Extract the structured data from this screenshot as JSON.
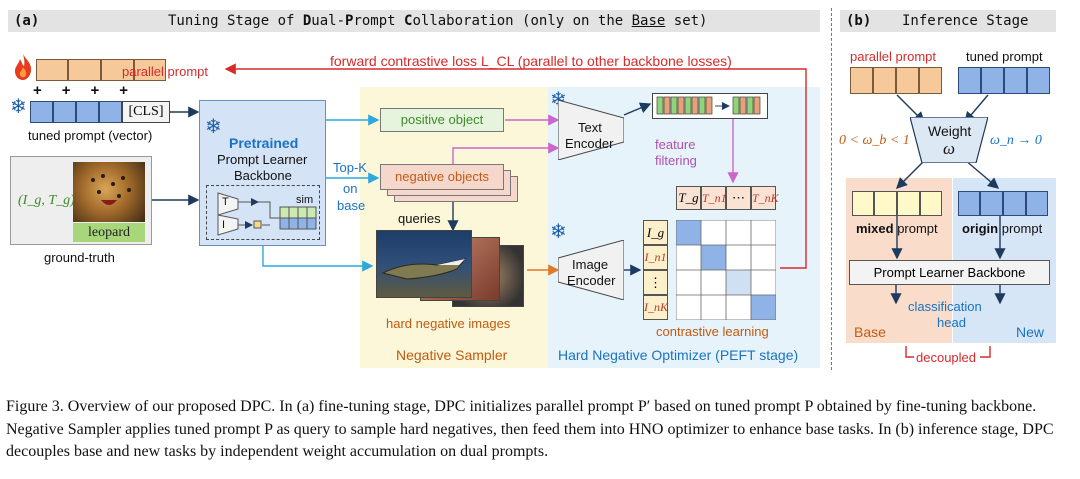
{
  "panel_a": {
    "tag": "(a)",
    "title_parts": [
      "Tuning Stage of ",
      "D",
      "ual-",
      "P",
      "rompt ",
      "C",
      "ollaboration (only on the ",
      "Base",
      " set)"
    ],
    "parallel_prompt": "parallel prompt",
    "plus": "+",
    "cls": "[CLS]",
    "tuned_prompt_vector": "tuned prompt (vector)",
    "gt_math": "(I_g, T_g)",
    "gt_class": "leopard",
    "ground_truth": "ground-truth",
    "backbone_title": "Pretrained",
    "backbone_sub1": "Prompt Learner",
    "backbone_sub2": "Backbone",
    "t_label": "T",
    "i_label": "I",
    "sim_label": "sim",
    "topk": [
      "Top-K",
      "on",
      "base"
    ],
    "positive_object": "positive object",
    "negative_objects": "negative objects",
    "queries": "queries",
    "hard_negative_images": "hard negative images",
    "negative_sampler": "Negative Sampler",
    "loss_label": "forward contrastive loss L_CL (parallel to other backbone losses)",
    "text_encoder": [
      "Text",
      "Encoder"
    ],
    "image_encoder": [
      "Image",
      "Encoder"
    ],
    "feature_filtering": [
      "feature",
      "filtering"
    ],
    "t_row": [
      "T_g",
      "T_n1",
      "⋯",
      "T_nK"
    ],
    "i_col": [
      "I_g",
      "I_n1",
      "⋮",
      "I_nK"
    ],
    "contrastive_learning": "contrastive learning",
    "hno_label": "Hard Negative Optimizer (PEFT stage)"
  },
  "panel_b": {
    "tag": "(b)",
    "title": "Inference Stage",
    "parallel_prompt": "parallel prompt",
    "tuned_prompt": "tuned prompt",
    "weight": [
      "Weight",
      "ω"
    ],
    "wb": "0 < ω_b < 1",
    "wn": "ω_n → 0",
    "mixed_bold": "mixed",
    "mixed_rest": " prompt",
    "origin_bold": "origin",
    "origin_rest": " prompt",
    "backbone": "Prompt Learner Backbone",
    "classification_head": [
      "classification",
      "head"
    ],
    "base": "Base",
    "new": "New",
    "decoupled": "decoupled"
  },
  "caption": "Figure 3. Overview of our proposed DPC. In (a) fine-tuning stage, DPC initializes parallel prompt P′ based on tuned prompt P obtained by fine-tuning backbone. Negative Sampler applies tuned prompt P as query to sample hard negatives, then feed them into HNO optimizer to enhance base tasks. In (b) inference stage, DPC decouples base and new tasks by independent weight accumulation on dual prompts.",
  "colors": {
    "orange_cell": "#f6c99b",
    "blue_cell": "#8fb3e6",
    "red_arrow": "#d62b2b",
    "blue_arrow": "#2aa8df",
    "yellow_bg": "#fbf7d8",
    "blue_bg": "#e6f3fa"
  },
  "icons": [
    "fire-icon",
    "snowflake-icon"
  ]
}
